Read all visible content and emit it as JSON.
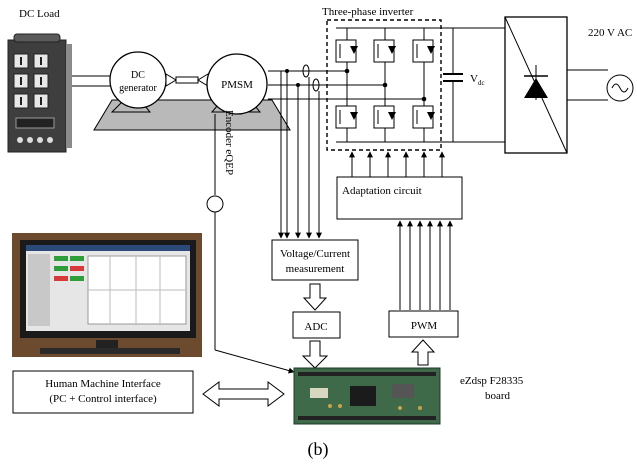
{
  "labels": {
    "dc_load": "DC Load",
    "three_phase_inverter": "Three-phase inverter",
    "ac_source": "220 V AC",
    "dc_generator_line1": "DC",
    "dc_generator_line2": "generator",
    "pmsm": "PMSM",
    "vdc_main": "V",
    "vdc_sub": "dc",
    "encoder": "Encoder eQEP",
    "adaptation_circuit": "Adaptation circuit",
    "vc_measurement_line1": "Voltage/Current",
    "vc_measurement_line2": "measurement",
    "adc": "ADC",
    "pwm": "PWM",
    "hmi_line1": "Human Machine Interface",
    "hmi_line2": "(PC + Control interface)",
    "dsp_line1": "eZdsp F28335",
    "dsp_line2": "board",
    "caption": "(b)"
  },
  "colors": {
    "line": "#000000",
    "gray_base": "#b9b9b9",
    "load_body": "#4a4a4a",
    "pcb": "#3f6a4a",
    "screen_bezel": "#1a1a1a",
    "photo_bg": "#6b4a2e"
  }
}
